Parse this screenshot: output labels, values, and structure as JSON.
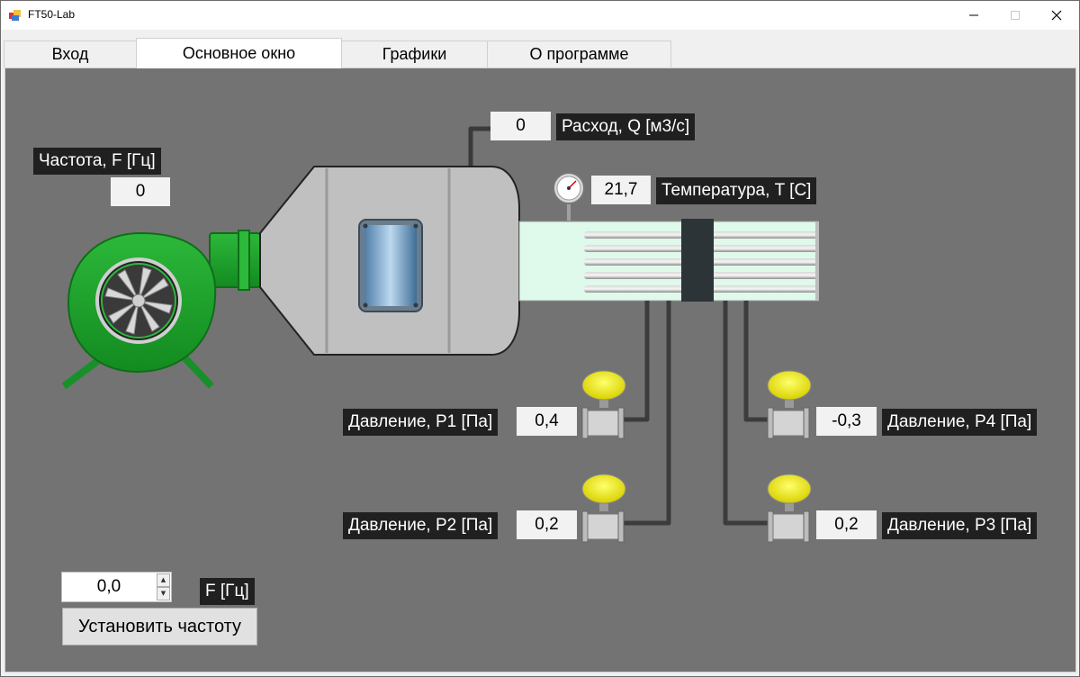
{
  "window": {
    "title": "FT50-Lab"
  },
  "tabs": [
    {
      "label": "Вход"
    },
    {
      "label": "Основное окно"
    },
    {
      "label": "Графики"
    },
    {
      "label": "О программе"
    }
  ],
  "readouts": {
    "flow": {
      "label": "Расход, Q [м3/с]",
      "value": "0"
    },
    "frequency": {
      "label": "Частота, F [Гц]",
      "value": "0"
    },
    "temperature": {
      "label": "Температура, T [C]",
      "value": "21,7"
    },
    "p1": {
      "label": "Давление, P1 [Па]",
      "value": "0,4"
    },
    "p2": {
      "label": "Давление, P2 [Па]",
      "value": "0,2"
    },
    "p3": {
      "label": "Давление, P3 [Па]",
      "value": "0,2"
    },
    "p4": {
      "label": "Давление, P4 [Па]",
      "value": "-0,3"
    }
  },
  "control": {
    "frequency_input": "0,0",
    "unit_label": "F [Гц]",
    "set_button": "Установить частоту"
  },
  "colors": {
    "background": "#737373",
    "fan_green": "#1e9e2b",
    "sensor_yellow": "#f2ee00",
    "duct_body": "#bfbfbf",
    "tube_bank": "#dff9ea"
  },
  "icons": {
    "app": "app-icon",
    "minimize": "minimize-icon",
    "maximize": "maximize-icon",
    "close": "close-icon",
    "spin_up": "spin-up-icon",
    "spin_down": "spin-down-icon"
  }
}
